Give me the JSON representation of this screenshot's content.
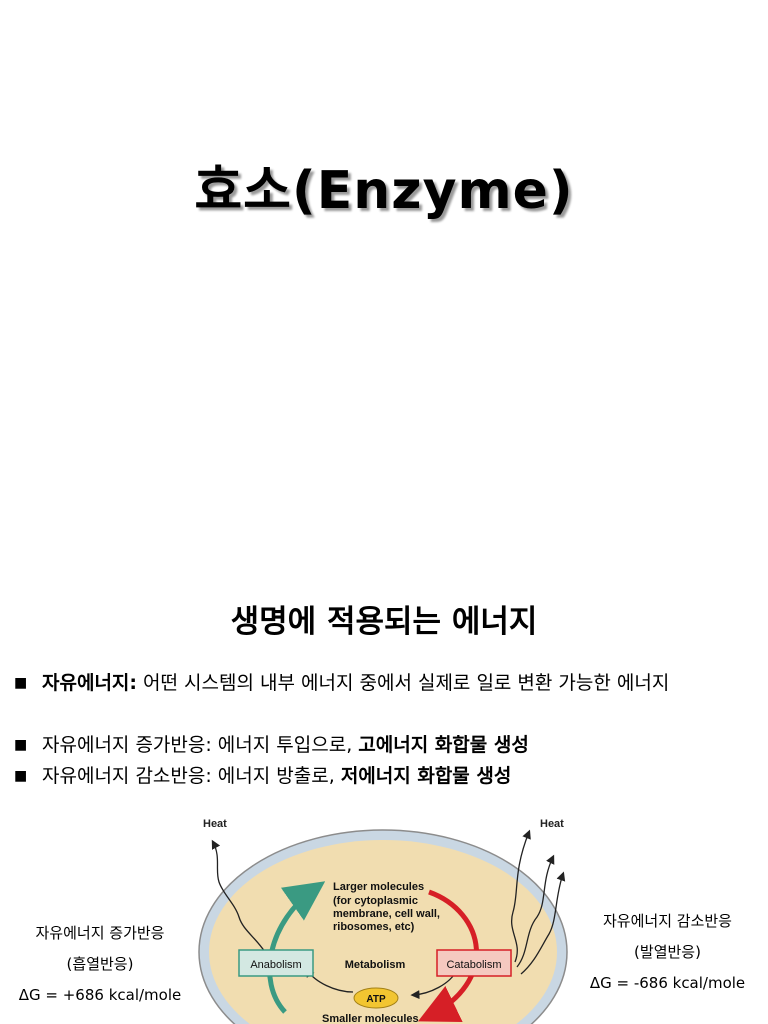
{
  "slide_title": "효소(Enzyme)",
  "section_title": "생명에 적용되는 에너지",
  "bullets": [
    {
      "bold_prefix": "자유에너지:",
      "text": " 어떤 시스템의 내부 에너지 중에서 실제로 일로 변환 가능한 에너지",
      "bold_suffix": ""
    },
    {
      "bold_prefix": "",
      "text": "자유에너지 증가반응: 에너지 투입으로, ",
      "bold_suffix": "고에너지 화합물 생성"
    },
    {
      "bold_prefix": "",
      "text": "자유에너지 감소반응: 에너지 방출로, ",
      "bold_suffix": "저에너지 화합물 생성"
    }
  ],
  "left_note": {
    "line1": "자유에너지 증가반응",
    "line2": "(흡열반응)",
    "line3": "ΔG = +686 kcal/mole"
  },
  "right_note": {
    "line1": "자유에너지 감소반응",
    "line2": "(발열반응)",
    "line3": "ΔG = -686 kcal/mole"
  },
  "diagram": {
    "heat_left": "Heat",
    "heat_right": "Heat",
    "larger_molecules": [
      "Larger molecules",
      "(for cytoplasmic",
      "membrane, cell wall,",
      "ribosomes, etc)"
    ],
    "anabolism": "Anabolism",
    "metabolism": "Metabolism",
    "catabolism": "Catabolism",
    "atp": "ATP",
    "smaller_molecules": "Smaller molecules",
    "colors": {
      "cell_fill": "#f1ddb0",
      "membrane": "#c9d7e3",
      "anabolism_box": "#d3e8e2",
      "anabolism_arrow": "#3a9a82",
      "catabolism_box": "#f5c9c0",
      "catabolism_arrow": "#d61f26",
      "atp": "#f2c531"
    }
  }
}
